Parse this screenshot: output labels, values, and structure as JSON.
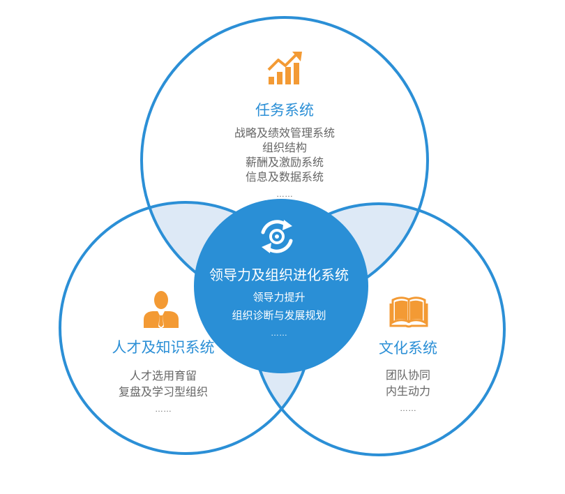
{
  "colors": {
    "ring": "#2b8fd6",
    "center_fill": "#2a8fd6",
    "overlap_fill": "#dde9f6",
    "title": "#2b8fd6",
    "item": "#666666",
    "center_text": "#ffffff",
    "icon": "#f39a34"
  },
  "center": {
    "title": "领导力及组织进化系统",
    "items": [
      "领导力提升",
      "组织诊断与发展规划",
      "……"
    ],
    "icon": "refresh-gear-icon"
  },
  "task": {
    "title": "任务系统",
    "items": [
      "战略及绩效管理系统",
      "组织结构",
      "薪酬及激励系统",
      "信息及数据系统",
      "……"
    ],
    "icon": "growth-chart-icon"
  },
  "talent": {
    "title": "人才及知识系统",
    "items": [
      "人才选用育留",
      "复盘及学习型组织",
      "……"
    ],
    "icon": "person-icon"
  },
  "culture": {
    "title": "文化系统",
    "items": [
      "团队协同",
      "内生动力",
      "……"
    ],
    "icon": "book-icon"
  }
}
